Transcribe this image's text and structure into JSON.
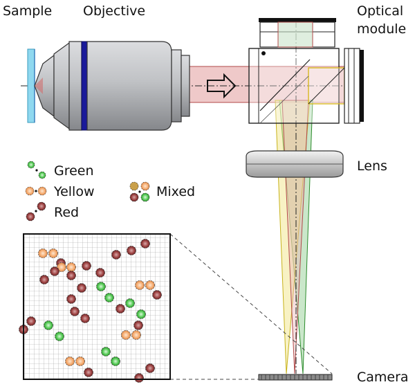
{
  "labels": {
    "sample": "Sample",
    "objective": "Objective",
    "optical_module_line1": "Optical",
    "optical_module_line2": "module",
    "lens": "Lens",
    "camera": "Camera"
  },
  "legend": {
    "green": "Green",
    "yellow": "Yellow",
    "red": "Red",
    "mixed": "Mixed"
  },
  "colors": {
    "green_particle": "#5fcf5f",
    "yellow_particle": "#f6b27a",
    "red_particle": "#a44a4a",
    "beam_fill": "#e9b7b7",
    "objective_body": "#b9bbbe",
    "objective_band": "#1a1a9a",
    "slide": "#8fd8ef"
  }
}
